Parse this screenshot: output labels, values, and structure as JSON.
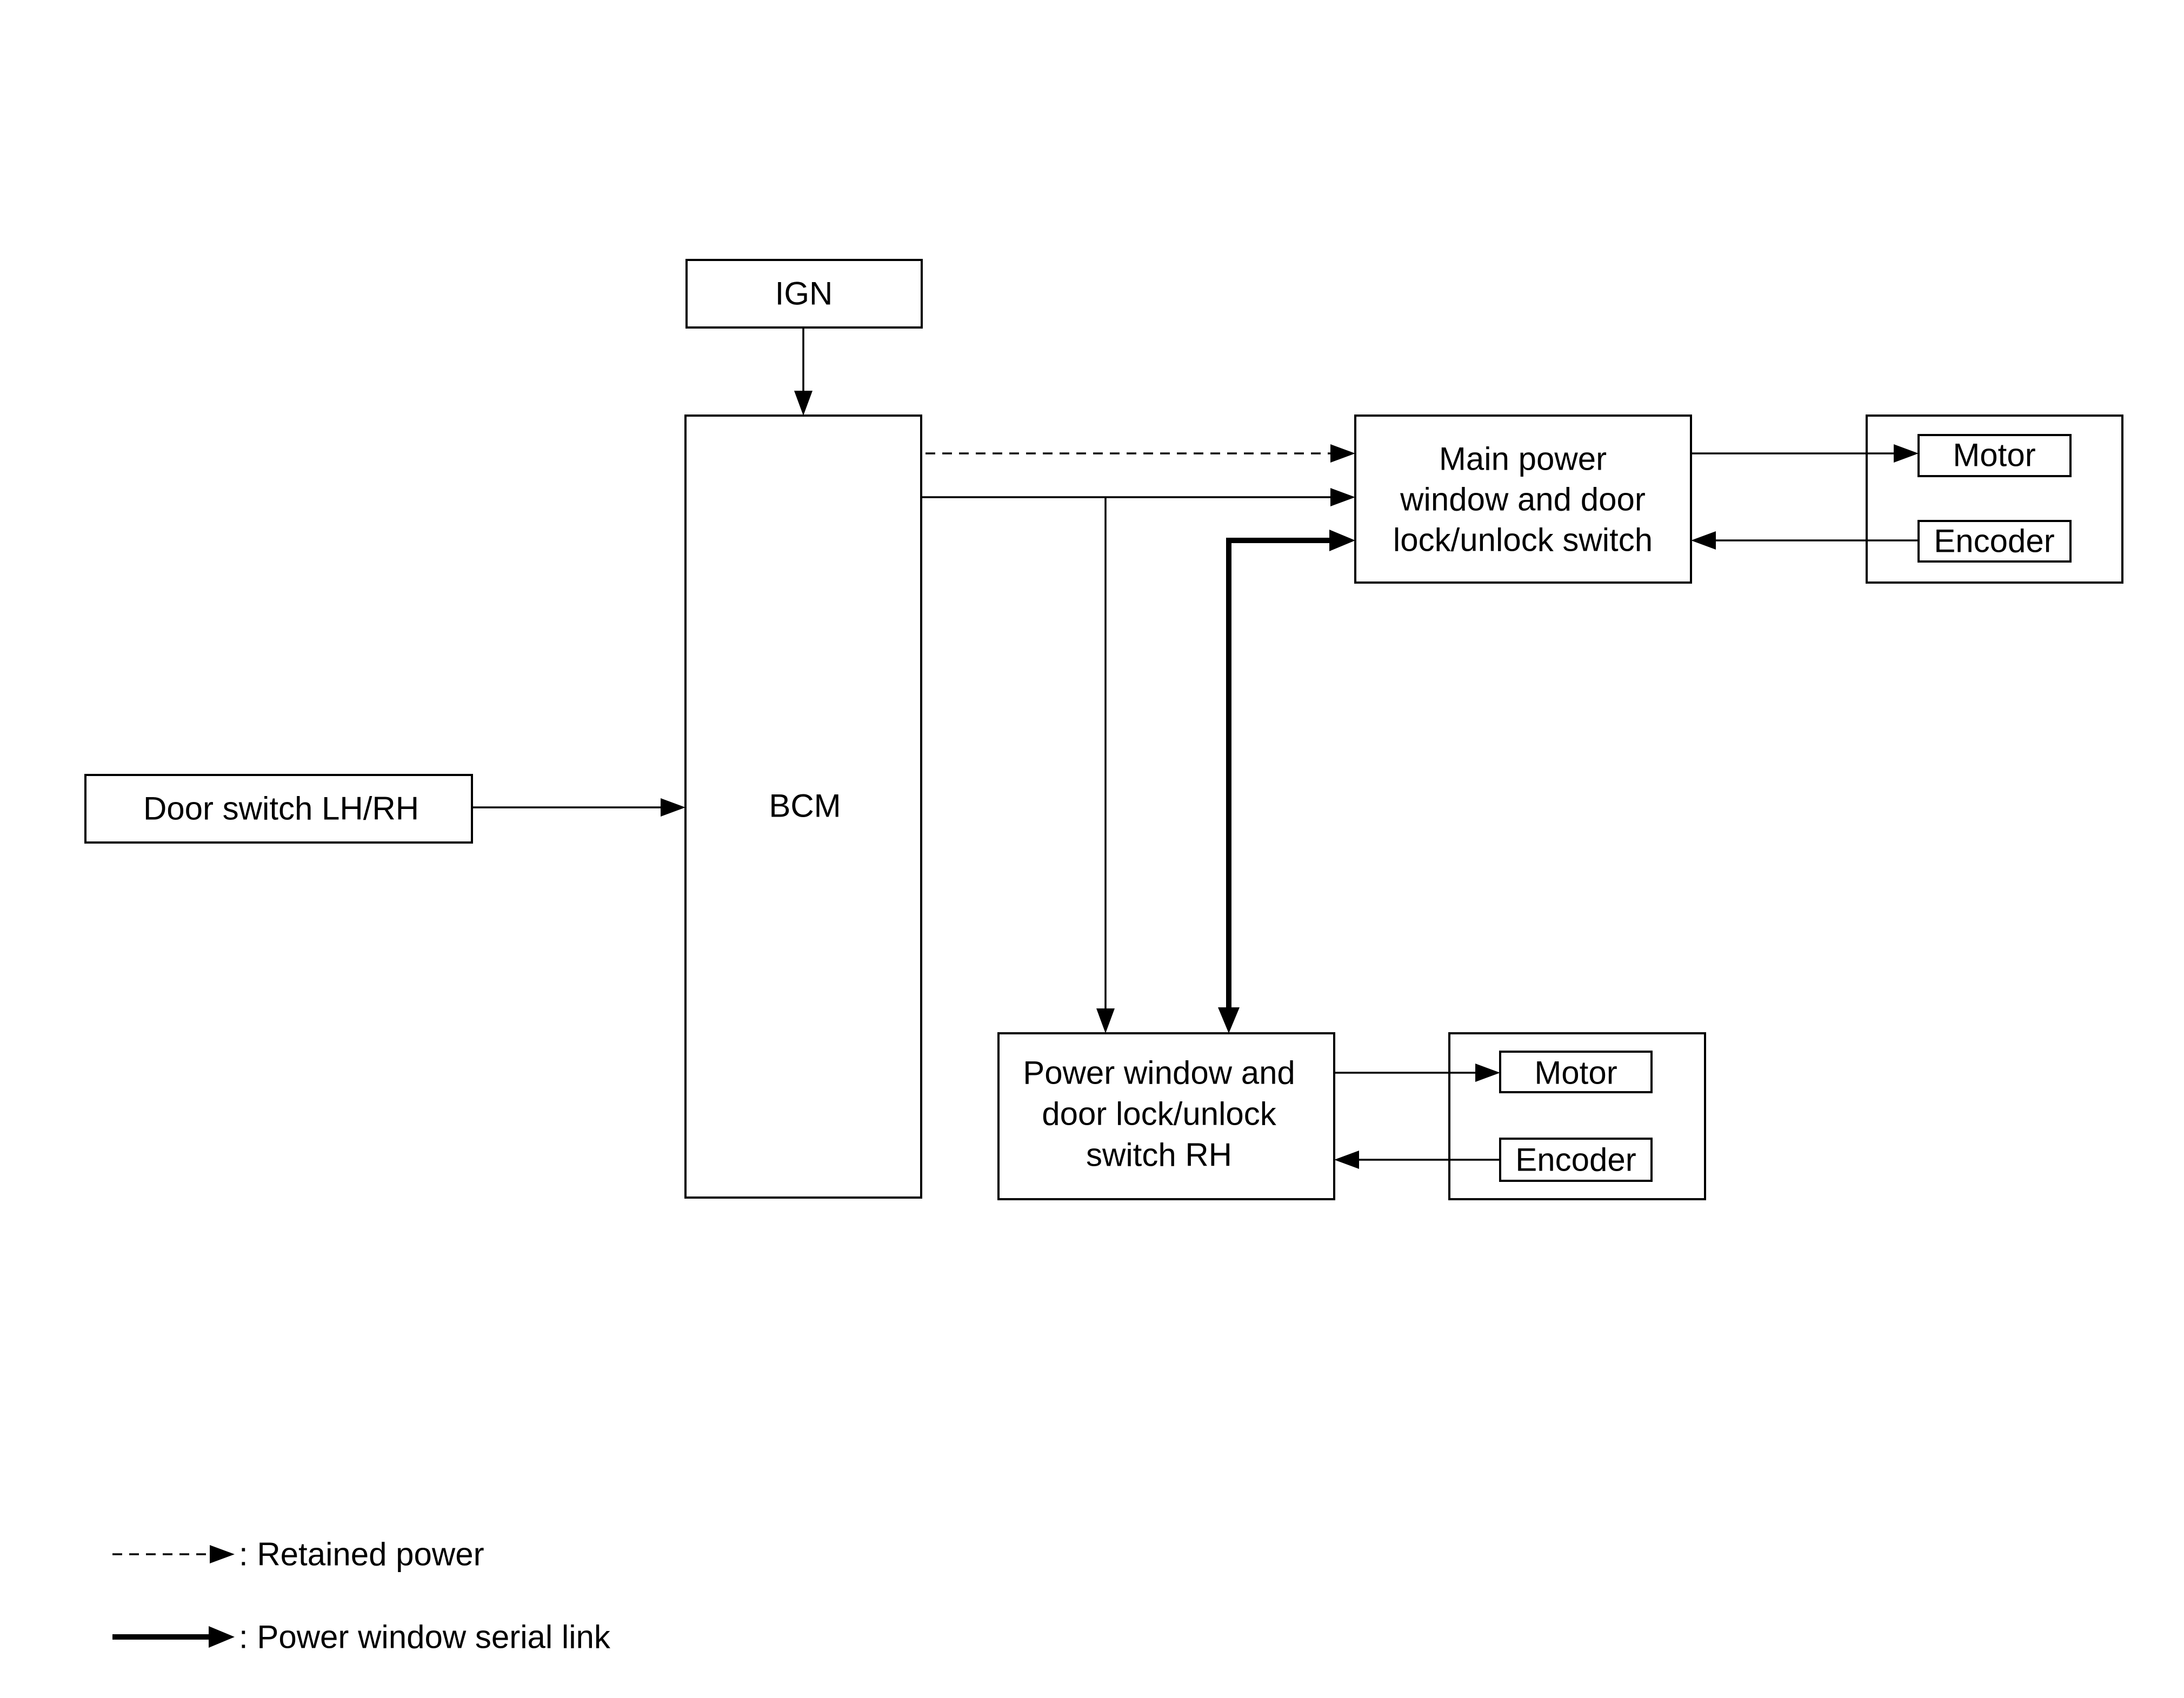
{
  "diagram": {
    "ign": {
      "label": "IGN"
    },
    "bcm": {
      "label": "BCM"
    },
    "door_switch": {
      "label": "Door switch LH/RH"
    },
    "main_switch": {
      "lines": [
        "Main power",
        "window and door",
        "lock/unlock switch"
      ]
    },
    "main_actuator": {
      "motor": "Motor",
      "encoder": "Encoder"
    },
    "rh_switch": {
      "lines": [
        "Power window and",
        "door lock/unlock",
        "switch RH"
      ]
    },
    "rh_actuator": {
      "motor": "Motor",
      "encoder": "Encoder"
    }
  },
  "legend": {
    "retained_power": ": Retained power",
    "serial_link": ": Power window serial link"
  },
  "colors": {
    "line": "#000000",
    "background": "#ffffff"
  }
}
